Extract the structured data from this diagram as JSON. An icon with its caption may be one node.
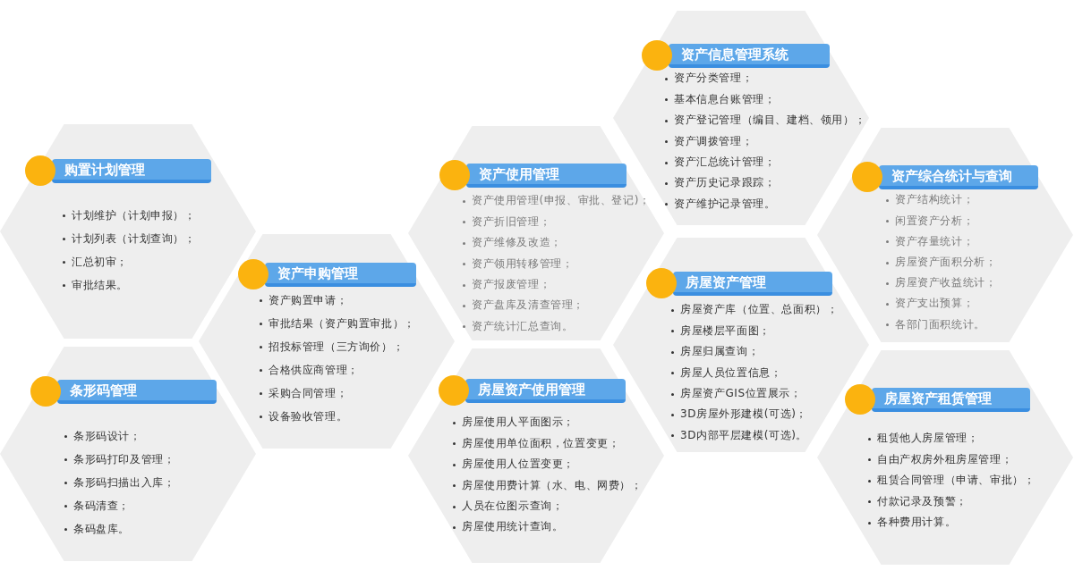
{
  "diagram": {
    "nodes": [
      {
        "text": [
          "购置计划管理",
          "计划维护（计划申报）；",
          "计划列表（计划查询）；",
          "汇总初审；",
          "审批结果。"
        ]
      },
      {
        "text": [
          "条形码管理",
          "条形码设计；",
          "条形码打印及管理；",
          "条形码扫描出入库；",
          "条码清查；",
          "条码盘库。"
        ]
      },
      {
        "text": [
          "资产申购管理",
          "资产购置申请；",
          "审批结果（资产购置审批）；",
          "招投标管理（三方询价）；",
          "合格供应商管理；",
          "采购合同管理；",
          "设备验收管理。"
        ]
      },
      {
        "text": [
          "资产使用管理",
          "资产使用管理(申报、审批、登记)；",
          "资产折旧管理；",
          "资产维修及改造；",
          "资产领用转移管理；",
          "资产报废管理；",
          "资产盘库及清查管理；",
          "资产统计汇总查询。"
        ]
      },
      {
        "text": [
          "房屋资产使用管理",
          "房屋使用人平面图示；",
          "房屋使用单位面积，位置变更；",
          "房屋使用人位置变更；",
          "房屋使用费计算（水、电、网费）；",
          "人员在位图示查询；",
          "房屋使用统计查询。"
        ]
      },
      {
        "text": [
          "资产信息管理系统",
          "资产分类管理；",
          "基本信息台账管理；",
          "资产登记管理（编目、建档、领用）；",
          "资产调拨管理；",
          "资产汇总统计管理；",
          "资产历史记录跟踪；",
          "资产维护记录管理。"
        ]
      },
      {
        "text": [
          "房屋资产管理",
          "房屋资产库（位置、总面积）；",
          "房屋楼层平面图；",
          "房屋归属查询；",
          "房屋人员位置信息；",
          "房屋资产GIS位置展示；",
          "3D房屋外形建模(可选)；",
          "3D内部平层建模(可选)。"
        ]
      },
      {
        "text": [
          "资产综合统计与查询",
          "资产结构统计；",
          "闲置资产分析；",
          "资产存量统计；",
          "房屋资产面积分析；",
          "房屋资产收益统计；",
          "资产支出预算；",
          "各部门面积统计。"
        ]
      },
      {
        "text": [
          "房屋资产租赁管理",
          "租赁他人房屋管理；",
          "自由产权房外租房屋管理；",
          "租赁合同管理（申请、审批）；",
          "付款记录及预警；",
          "各种费用计算。"
        ]
      }
    ]
  }
}
